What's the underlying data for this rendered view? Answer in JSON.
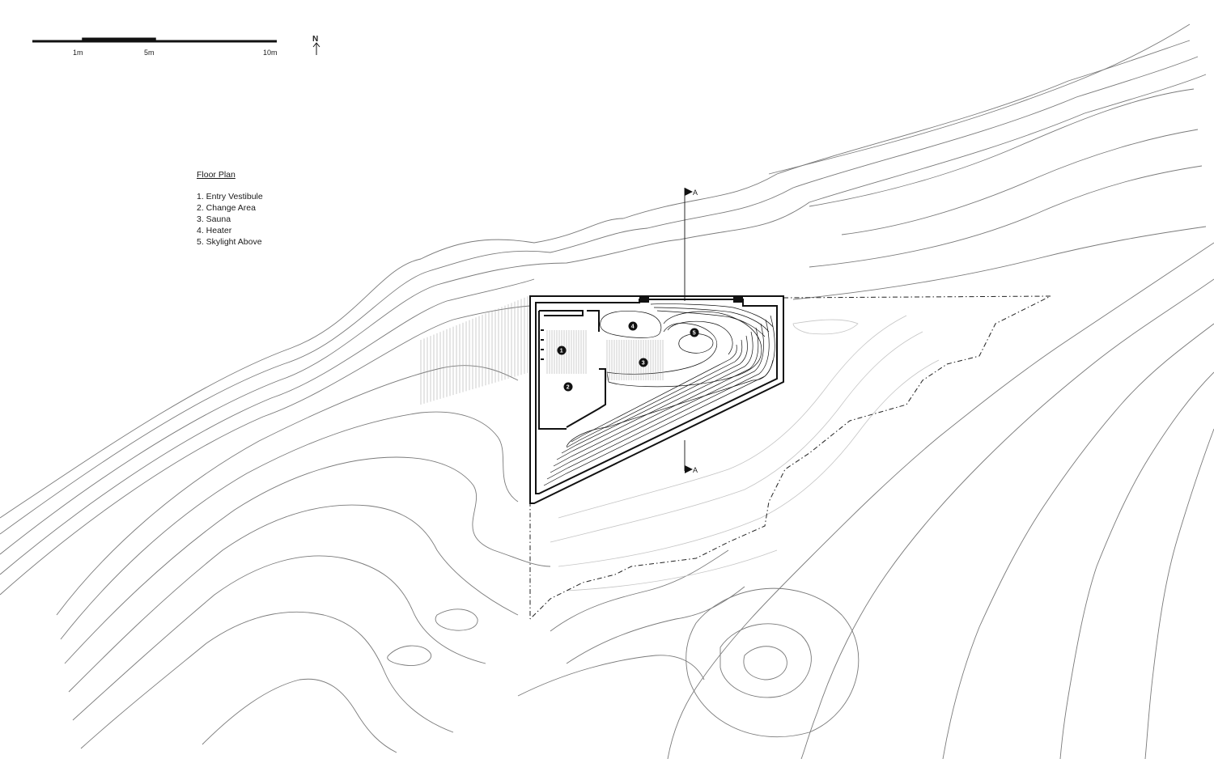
{
  "legend": {
    "title": "Floor Plan",
    "items": [
      "1. Entry Vestibule",
      "2. Change Area",
      "3. Sauna",
      "4. Heater",
      "5. Skylight Above"
    ]
  },
  "scale_bar": {
    "labels": [
      "1m",
      "5m",
      "10m"
    ]
  },
  "north_arrow": {
    "label": "N"
  },
  "section_markers": {
    "label": "A"
  },
  "room_markers": [
    "1",
    "2",
    "3",
    "4",
    "5"
  ]
}
